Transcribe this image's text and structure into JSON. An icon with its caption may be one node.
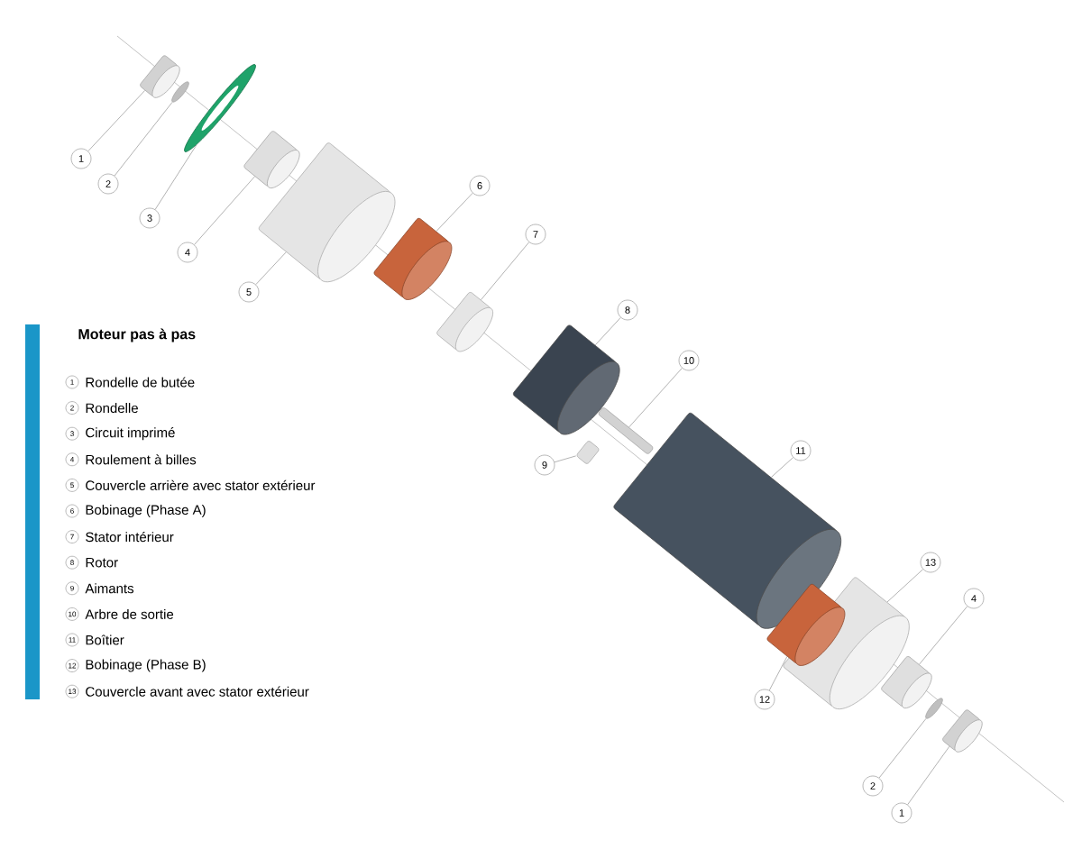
{
  "diagram": {
    "title": "Moteur pas à pas",
    "nodes": [
      {
        "text": [],
        "shape": "picture"
      },
      {
        "text": [
          "1"
        ]
      },
      {
        "text": [],
        "shape": "picture"
      },
      {
        "text": [
          "2"
        ]
      },
      {
        "text": [],
        "shape": "picture"
      },
      {
        "text": [
          "3"
        ]
      },
      {
        "text": [],
        "shape": "picture"
      },
      {
        "text": [
          "4"
        ]
      },
      {
        "text": [],
        "shape": "picture"
      },
      {
        "text": [
          "5"
        ]
      },
      {
        "text": [],
        "shape": "picture"
      },
      {
        "text": [
          "6"
        ]
      },
      {
        "text": [],
        "shape": "picture"
      },
      {
        "text": [
          "7"
        ]
      },
      {
        "text": [],
        "shape": "picture"
      },
      {
        "text": [
          "8"
        ]
      },
      {
        "text": [],
        "shape": "picture"
      },
      {
        "text": [
          "9"
        ]
      },
      {
        "text": [],
        "shape": "picture"
      },
      {
        "text": [
          "10"
        ]
      },
      {
        "text": [],
        "shape": "picture"
      },
      {
        "text": [
          "11"
        ]
      },
      {
        "text": [],
        "shape": "picture"
      },
      {
        "text": [
          "12"
        ]
      },
      {
        "text": [],
        "shape": "picture"
      },
      {
        "text": [
          "13"
        ]
      },
      {
        "text": [],
        "shape": "picture"
      },
      {
        "text": [
          "4"
        ]
      },
      {
        "text": [],
        "shape": "picture"
      },
      {
        "text": [
          "2"
        ]
      },
      {
        "text": [],
        "shape": "picture"
      },
      {
        "text": [
          "1"
        ]
      }
    ],
    "edges": [
      {
        "from": 1,
        "to": 0,
        "arrow": "none"
      },
      {
        "from": 3,
        "to": 2,
        "arrow": "none"
      },
      {
        "from": 5,
        "to": 4,
        "arrow": "none"
      },
      {
        "from": 7,
        "to": 6,
        "arrow": "none"
      },
      {
        "from": 9,
        "to": 8,
        "arrow": "none"
      },
      {
        "from": 11,
        "to": 10,
        "arrow": "none"
      },
      {
        "from": 13,
        "to": 12,
        "arrow": "none"
      },
      {
        "from": 15,
        "to": 14,
        "arrow": "none"
      },
      {
        "from": 17,
        "to": 16,
        "arrow": "none"
      },
      {
        "from": 19,
        "to": 18,
        "arrow": "none"
      },
      {
        "from": 21,
        "to": 20,
        "arrow": "none"
      },
      {
        "from": 23,
        "to": 22,
        "arrow": "none"
      },
      {
        "from": 25,
        "to": 24,
        "arrow": "none"
      },
      {
        "from": 27,
        "to": 26,
        "arrow": "none"
      },
      {
        "from": 29,
        "to": 28,
        "arrow": "none"
      },
      {
        "from": 31,
        "to": 30,
        "arrow": "none"
      }
    ],
    "labels": [
      "1",
      "Rondelle de butée",
      "2",
      "Rondelle",
      "3",
      "Circuit imprimé",
      "4",
      "Roulement à billes",
      "5",
      "Couvercle arrière avec stator extérieur",
      "6",
      "Bobinage (Phase A)",
      "7",
      "Stator intérieur",
      "8",
      "Rotor",
      "9",
      "Aimants",
      "10",
      "Arbre de sortie",
      "11",
      "Boîtier",
      "12",
      "Bobinage (Phase B)",
      "13",
      "Couvercle avant avec stator extérieur"
    ]
  }
}
